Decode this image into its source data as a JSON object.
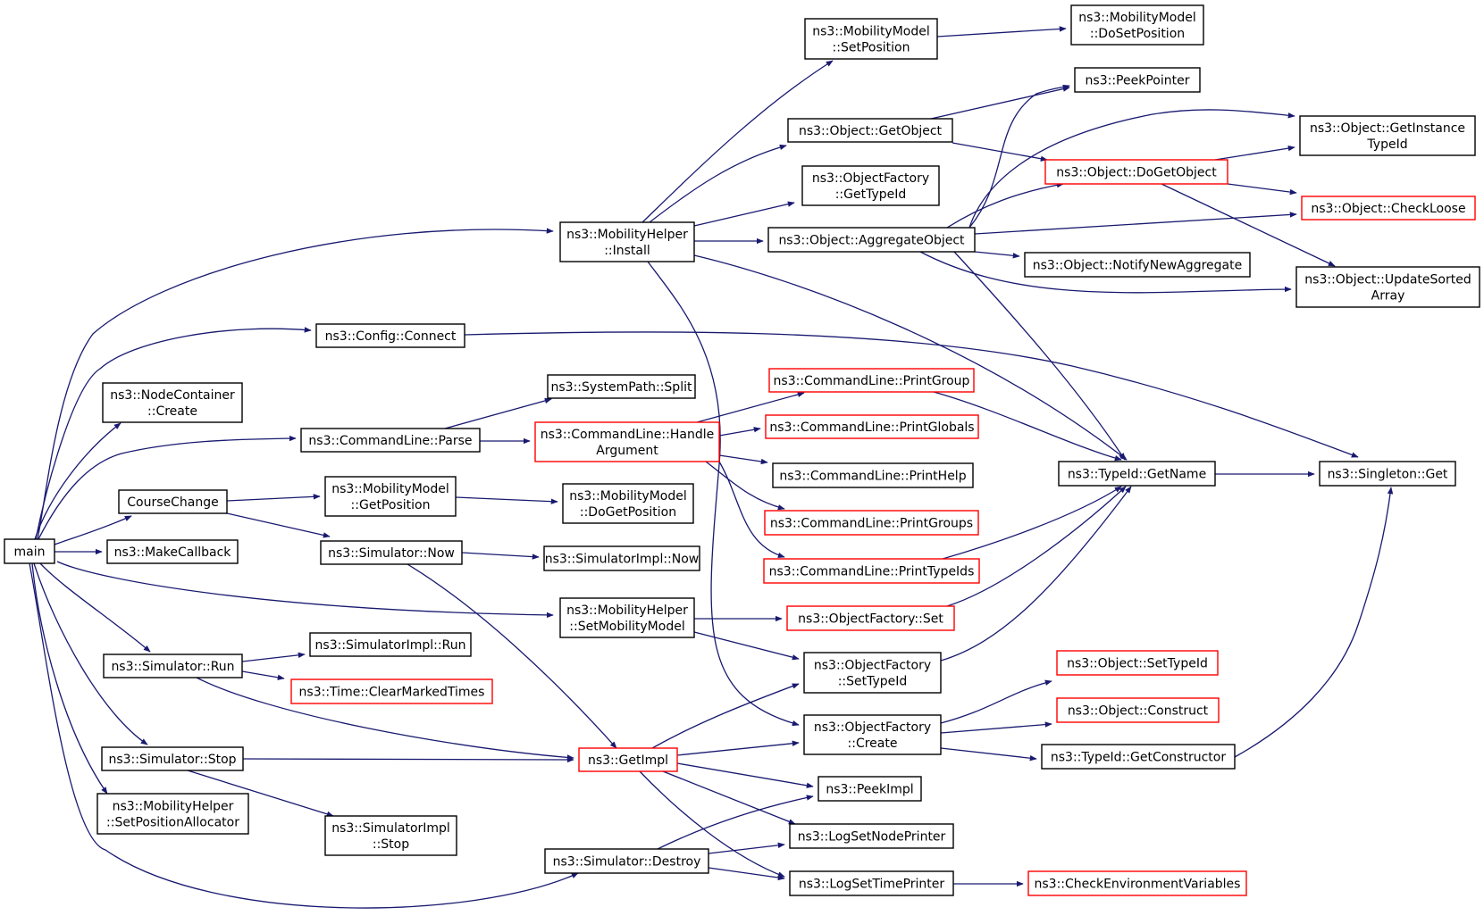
{
  "colors": {
    "edge": "#191970",
    "node_border": "#000000",
    "node_border_alt": "#ff0000",
    "root_fill": "#bfbfbf"
  },
  "nodes": {
    "main": {
      "lines": [
        "main"
      ],
      "variant": "root"
    },
    "mh_install": {
      "lines": [
        "ns3::MobilityHelper",
        "::Install"
      ],
      "variant": "normal"
    },
    "config_connect": {
      "lines": [
        "ns3::Config::Connect"
      ],
      "variant": "normal"
    },
    "nc_create": {
      "lines": [
        "ns3::NodeContainer",
        "::Create"
      ],
      "variant": "normal"
    },
    "cl_parse": {
      "lines": [
        "ns3::CommandLine::Parse"
      ],
      "variant": "normal"
    },
    "course_change": {
      "lines": [
        "CourseChange"
      ],
      "variant": "normal"
    },
    "make_callback": {
      "lines": [
        "ns3::MakeCallback"
      ],
      "variant": "normal"
    },
    "mh_setmobility": {
      "lines": [
        "ns3::MobilityHelper",
        "::SetMobilityModel"
      ],
      "variant": "normal"
    },
    "sim_run": {
      "lines": [
        "ns3::Simulator::Run"
      ],
      "variant": "normal"
    },
    "sim_stop": {
      "lines": [
        "ns3::Simulator::Stop"
      ],
      "variant": "normal"
    },
    "mh_setpos": {
      "lines": [
        "ns3::MobilityHelper",
        "::SetPositionAllocator"
      ],
      "variant": "normal"
    },
    "sim_destroy": {
      "lines": [
        "ns3::Simulator::Destroy"
      ],
      "variant": "normal"
    },
    "mm_setposition": {
      "lines": [
        "ns3::MobilityModel",
        "::SetPosition"
      ],
      "variant": "normal"
    },
    "mm_dosetposition": {
      "lines": [
        "ns3::MobilityModel",
        "::DoSetPosition"
      ],
      "variant": "normal"
    },
    "peek_pointer": {
      "lines": [
        "ns3::PeekPointer"
      ],
      "variant": "normal"
    },
    "obj_getobject": {
      "lines": [
        "ns3::Object::GetObject"
      ],
      "variant": "normal"
    },
    "obj_getinstancetypeid": {
      "lines": [
        "ns3::Object::GetInstance",
        "TypeId"
      ],
      "variant": "normal"
    },
    "obj_dogetobject": {
      "lines": [
        "ns3::Object::DoGetObject"
      ],
      "variant": "alt"
    },
    "of_gettypeid": {
      "lines": [
        "ns3::ObjectFactory",
        "::GetTypeId"
      ],
      "variant": "normal"
    },
    "obj_checkloose": {
      "lines": [
        "ns3::Object::CheckLoose"
      ],
      "variant": "alt"
    },
    "obj_aggregate": {
      "lines": [
        "ns3::Object::AggregateObject"
      ],
      "variant": "normal"
    },
    "obj_notify": {
      "lines": [
        "ns3::Object::NotifyNewAggregate"
      ],
      "variant": "normal"
    },
    "obj_updatesorted": {
      "lines": [
        "ns3::Object::UpdateSorted",
        "Array"
      ],
      "variant": "normal"
    },
    "syspath_split": {
      "lines": [
        "ns3::SystemPath::Split"
      ],
      "variant": "normal"
    },
    "cl_printgroup": {
      "lines": [
        "ns3::CommandLine::PrintGroup"
      ],
      "variant": "alt"
    },
    "cl_handlearg": {
      "lines": [
        "ns3::CommandLine::Handle",
        "Argument"
      ],
      "variant": "alt"
    },
    "cl_printglobals": {
      "lines": [
        "ns3::CommandLine::PrintGlobals"
      ],
      "variant": "alt"
    },
    "typeid_getname": {
      "lines": [
        "ns3::TypeId::GetName"
      ],
      "variant": "normal"
    },
    "singleton_get": {
      "lines": [
        "ns3::Singleton::Get"
      ],
      "variant": "normal"
    },
    "cl_printhelp": {
      "lines": [
        "ns3::CommandLine::PrintHelp"
      ],
      "variant": "normal"
    },
    "mm_getposition": {
      "lines": [
        "ns3::MobilityModel",
        "::GetPosition"
      ],
      "variant": "normal"
    },
    "mm_dogetposition": {
      "lines": [
        "ns3::MobilityModel",
        "::DoGetPosition"
      ],
      "variant": "normal"
    },
    "cl_printgroups": {
      "lines": [
        "ns3::CommandLine::PrintGroups"
      ],
      "variant": "alt"
    },
    "sim_now": {
      "lines": [
        "ns3::Simulator::Now"
      ],
      "variant": "normal"
    },
    "simimpl_now": {
      "lines": [
        "ns3::SimulatorImpl::Now"
      ],
      "variant": "normal"
    },
    "cl_printtypeids": {
      "lines": [
        "ns3::CommandLine::PrintTypeIds"
      ],
      "variant": "alt"
    },
    "of_set": {
      "lines": [
        "ns3::ObjectFactory::Set"
      ],
      "variant": "alt"
    },
    "simimpl_run": {
      "lines": [
        "ns3::SimulatorImpl::Run"
      ],
      "variant": "normal"
    },
    "of_settypeid": {
      "lines": [
        "ns3::ObjectFactory",
        "::SetTypeId"
      ],
      "variant": "normal"
    },
    "obj_settypeid": {
      "lines": [
        "ns3::Object::SetTypeId"
      ],
      "variant": "alt"
    },
    "time_clearmarked": {
      "lines": [
        "ns3::Time::ClearMarkedTimes"
      ],
      "variant": "alt"
    },
    "obj_construct": {
      "lines": [
        "ns3::Object::Construct"
      ],
      "variant": "alt"
    },
    "of_create": {
      "lines": [
        "ns3::ObjectFactory",
        "::Create"
      ],
      "variant": "normal"
    },
    "getimpl": {
      "lines": [
        "ns3::GetImpl"
      ],
      "variant": "alt"
    },
    "typeid_getconstructor": {
      "lines": [
        "ns3::TypeId::GetConstructor"
      ],
      "variant": "normal"
    },
    "peekimpl": {
      "lines": [
        "ns3::PeekImpl"
      ],
      "variant": "normal"
    },
    "simimpl_stop": {
      "lines": [
        "ns3::SimulatorImpl",
        "::Stop"
      ],
      "variant": "normal"
    },
    "log_nodeprinter": {
      "lines": [
        "ns3::LogSetNodePrinter"
      ],
      "variant": "normal"
    },
    "log_timeprinter": {
      "lines": [
        "ns3::LogSetTimePrinter"
      ],
      "variant": "normal"
    },
    "check_env": {
      "lines": [
        "ns3::CheckEnvironmentVariables"
      ],
      "variant": "alt"
    }
  }
}
